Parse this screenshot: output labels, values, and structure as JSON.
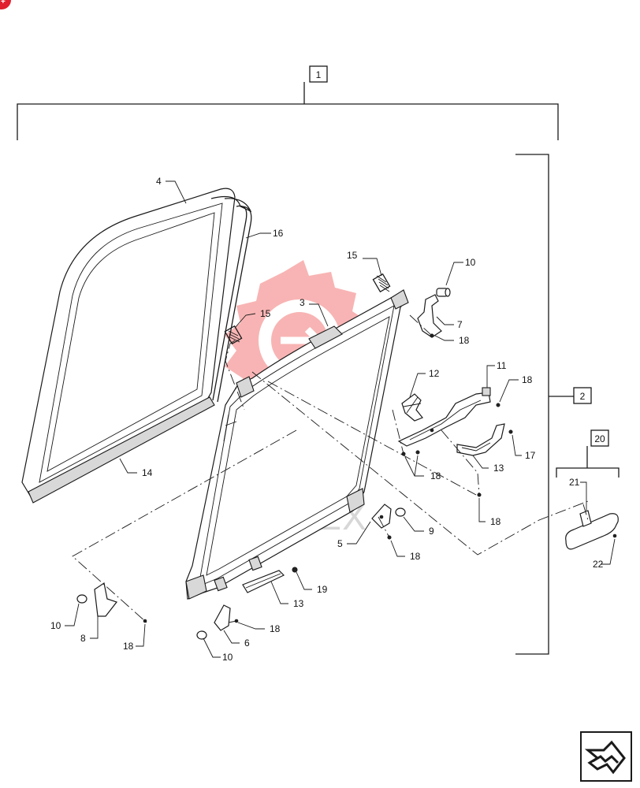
{
  "diagram": {
    "assembly_label": "1",
    "subassembly_label": "2",
    "mirror_group_label": "20",
    "callouts": [
      {
        "id": "c4",
        "text": "4"
      },
      {
        "id": "c16",
        "text": "16"
      },
      {
        "id": "c15a",
        "text": "15"
      },
      {
        "id": "c15b",
        "text": "15"
      },
      {
        "id": "c3",
        "text": "3"
      },
      {
        "id": "c10a",
        "text": "10"
      },
      {
        "id": "c7",
        "text": "7"
      },
      {
        "id": "c18a",
        "text": "18"
      },
      {
        "id": "c12",
        "text": "12"
      },
      {
        "id": "c11",
        "text": "11"
      },
      {
        "id": "c18b",
        "text": "18"
      },
      {
        "id": "c17",
        "text": "17"
      },
      {
        "id": "c13a",
        "text": "13"
      },
      {
        "id": "c18c",
        "text": "18"
      },
      {
        "id": "c18d",
        "text": "18"
      },
      {
        "id": "c14",
        "text": "14"
      },
      {
        "id": "c5",
        "text": "5"
      },
      {
        "id": "c9",
        "text": "9"
      },
      {
        "id": "c18e",
        "text": "18"
      },
      {
        "id": "c19",
        "text": "19"
      },
      {
        "id": "c13b",
        "text": "13"
      },
      {
        "id": "c10b",
        "text": "10"
      },
      {
        "id": "c8",
        "text": "8"
      },
      {
        "id": "c18f",
        "text": "18"
      },
      {
        "id": "c18g",
        "text": "18"
      },
      {
        "id": "c6",
        "text": "6"
      },
      {
        "id": "c10c",
        "text": "10"
      },
      {
        "id": "c21",
        "text": "21"
      },
      {
        "id": "c22",
        "text": "22"
      }
    ]
  },
  "watermark": {
    "text": "ИНТЕХ"
  },
  "colors": {
    "badge": "#e0202e",
    "watermark": "#f05a5a",
    "line": "#1a1a1a"
  },
  "nav": {
    "icon": "next-page-arrow-icon"
  }
}
